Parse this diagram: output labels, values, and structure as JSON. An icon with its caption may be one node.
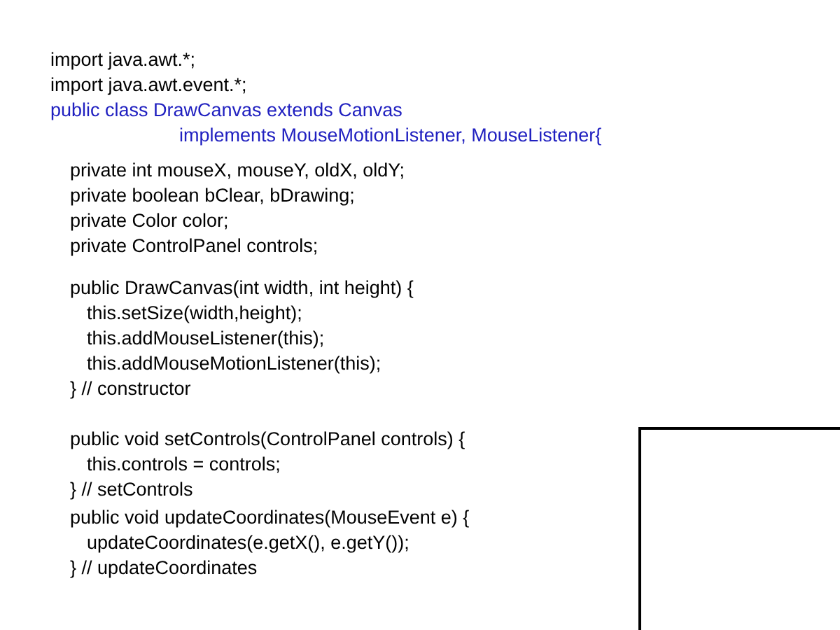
{
  "diagram": {
    "nodes": [
      {
        "text": [],
        "shape": "box"
      }
    ],
    "labels": [
      "import java.awt.*;",
      "import java.awt.event.*;",
      "public class DrawCanvas extends Canvas",
      "implements MouseMotionListener, MouseListener{",
      "private int mouseX, mouseY, oldX, oldY;",
      "private boolean bClear, bDrawing;",
      "private Color color;",
      "private ControlPanel controls;",
      "public DrawCanvas(int width, int height) {",
      "this.setSize(width,height);",
      "this.addMouseListener(this);",
      "this.addMouseMotionListener(this);",
      "}  // constructor",
      "public void setControls(ControlPanel controls) {",
      "this.controls = controls;",
      "}  // setControls",
      "public void updateCoordinates(MouseEvent e) {",
      "updateCoordinates(e.getX(), e.getY());",
      "} // updateCoordinates"
    ]
  }
}
